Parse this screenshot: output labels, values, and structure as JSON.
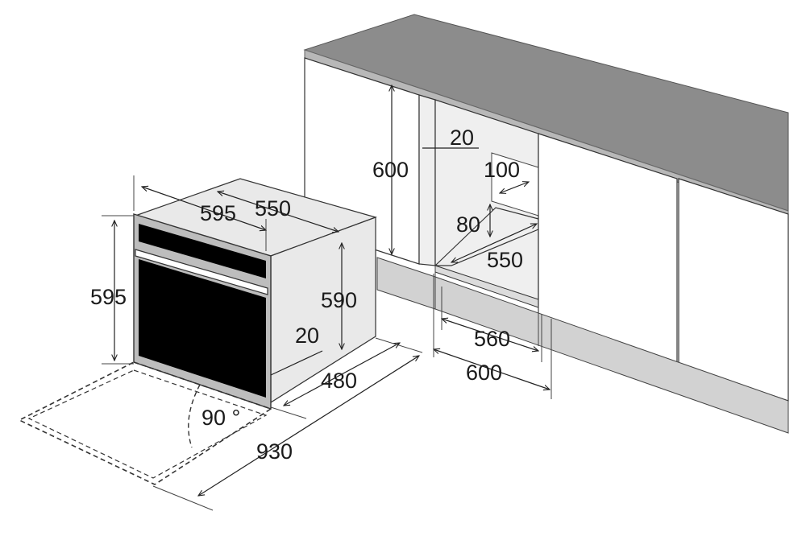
{
  "dimensions": {
    "oven_width": "595",
    "oven_inner_width": "550",
    "oven_height": "595",
    "oven_body_height": "590",
    "oven_depth": "480",
    "front_panel": "20",
    "door_open_depth": "930",
    "door_angle": "90 °",
    "niche_height": "600",
    "niche_gap": "20",
    "vent_depth": "100",
    "vent_height": "80",
    "niche_depth": "550",
    "niche_min_width": "560",
    "niche_width": "600"
  },
  "colors": {
    "countertop": "#8c8c8c",
    "countertop_edge": "#b8b8b8",
    "cabinet": "#ffffff",
    "plinth": "#d2d2d2",
    "niche_interior": "#efefef",
    "oven_glass": "#000000",
    "oven_body": "#e9e9e9",
    "oven_frame": "#bdbdbd"
  }
}
